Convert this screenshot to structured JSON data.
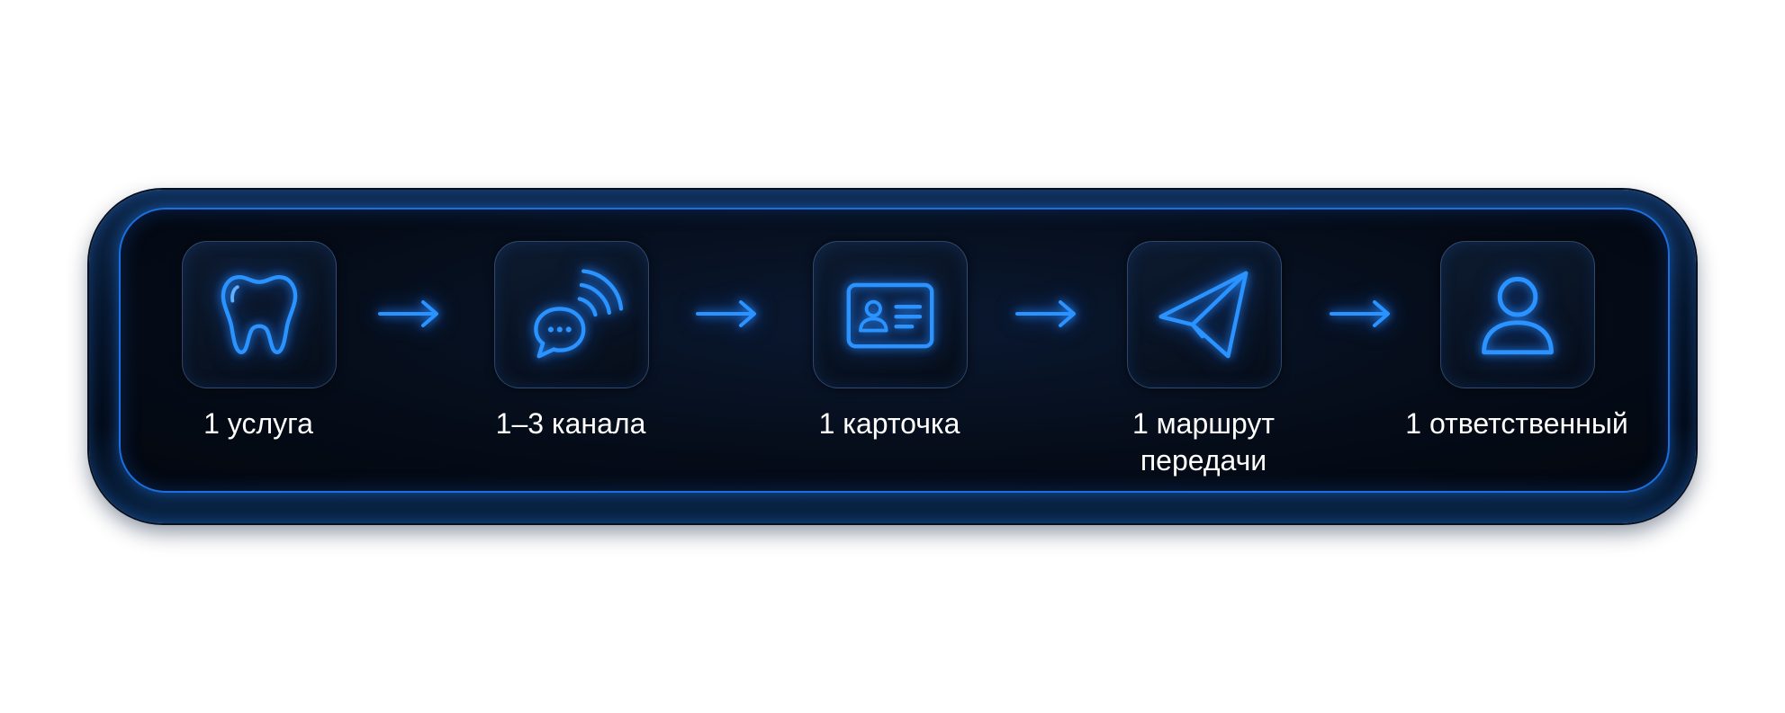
{
  "steps": [
    {
      "label": "1 услуга",
      "icon": "tooth-icon"
    },
    {
      "label": "1–3 канала",
      "icon": "chat-signal-icon"
    },
    {
      "label": "1 карточка",
      "icon": "id-card-icon"
    },
    {
      "label_line1": "1 маршрут",
      "label_line2": "передачи",
      "icon": "paper-plane-icon"
    },
    {
      "label": "1 ответственный",
      "icon": "user-icon"
    }
  ],
  "colors": {
    "accent": "#1e8bff",
    "glow": "#2b8cff",
    "panel": "#050c18",
    "text": "#ffffff"
  }
}
